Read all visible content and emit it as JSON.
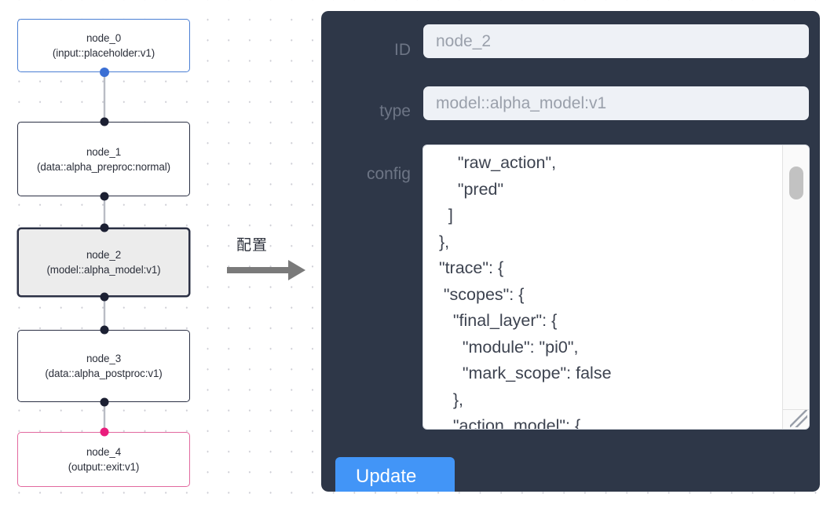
{
  "canvas": {
    "background_color": "#ffffff",
    "dot_color": "#cfcfd6"
  },
  "graph": {
    "nodes": [
      {
        "id": "node-0",
        "title": "node_0",
        "subtitle": "(input::placeholder:v1)",
        "state": "input",
        "border_color": "#4a7fd4",
        "fill_color": "#ffffff"
      },
      {
        "id": "node-1",
        "title": "node_1",
        "subtitle": "(data::alpha_preproc:normal)",
        "state": "default",
        "border_color": "#2b3044",
        "fill_color": "#ffffff"
      },
      {
        "id": "node-2",
        "title": "node_2",
        "subtitle": "(model::alpha_model:v1)",
        "state": "selected",
        "border_color": "#2b3044",
        "fill_color": "#ececec"
      },
      {
        "id": "node-3",
        "title": "node_3",
        "subtitle": "(data::alpha_postproc:v1)",
        "state": "default",
        "border_color": "#2b3044",
        "fill_color": "#ffffff"
      },
      {
        "id": "node-4",
        "title": "node_4",
        "subtitle": "(output::exit:v1)",
        "state": "output",
        "border_color": "#e2699f",
        "fill_color": "#ffffff"
      }
    ],
    "edge_color": "#b9bcc4",
    "handle_color": "#1c2033",
    "handle_color_input": "#3b6fd4",
    "handle_color_output": "#ea1d7d"
  },
  "transition": {
    "label": "配置",
    "arrow_color": "#7a7a7a",
    "arrow_icon": "arrow-right-icon"
  },
  "panel": {
    "background_color": "#2e3748",
    "label_color": "#6d7585",
    "fields": [
      {
        "label": "ID",
        "value": "node_2"
      },
      {
        "label": "type",
        "value": "model::alpha_model:v1"
      },
      {
        "label": "config",
        "value": ""
      }
    ],
    "id_field": {
      "label": "ID",
      "value": "node_2",
      "placeholder": "node_2"
    },
    "type_field": {
      "label": "type",
      "value": "model::alpha_model:v1",
      "placeholder": "model::alpha_model:v1"
    },
    "config_field": {
      "label": "config",
      "value": "      \"raw_action\",\n      \"pred\"\n    ]\n  },\n  \"trace\": {\n   \"scopes\": {\n     \"final_layer\": {\n       \"module\": \"pi0\",\n       \"mark_scope\": false\n     },\n     \"action_model\": {",
      "scroll_position": "partial",
      "has_scrollbar": true,
      "resizable": true
    },
    "update_button": {
      "label": "Update",
      "color": "#4295f7",
      "text_color": "#ffffff"
    }
  }
}
